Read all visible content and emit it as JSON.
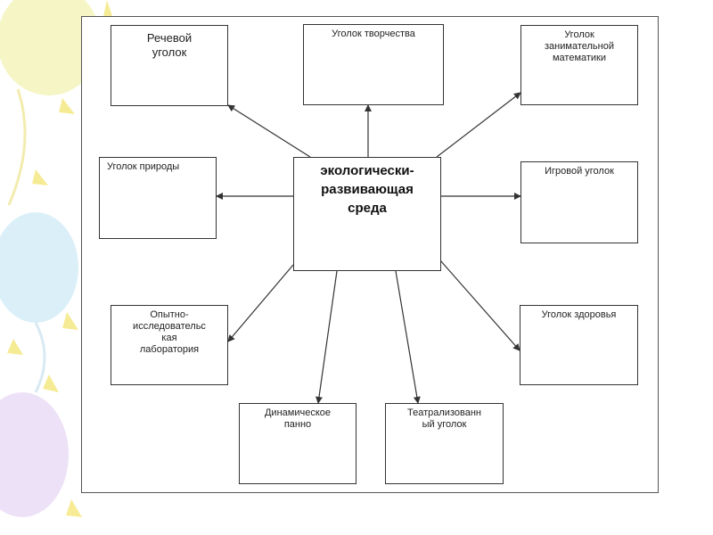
{
  "diagram": {
    "center": {
      "label": "экологически-\nразвивающая\nсреда"
    },
    "nodes": {
      "speech": {
        "label": "Речевой\nуголок"
      },
      "creativity": {
        "label": "Уголок творчества"
      },
      "math": {
        "label": "Уголок\nзанимательной\nматематики"
      },
      "nature": {
        "label": "Уголок природы"
      },
      "game": {
        "label": "Игровой  уголок"
      },
      "lab": {
        "label": "Опытно-\nисследовательс\nкая\nлаборатория"
      },
      "health": {
        "label": "Уголок здоровья"
      },
      "dynamic": {
        "label": "Динамическое\nпанно"
      },
      "theatre": {
        "label": "Театрализованн\nый уголок"
      }
    }
  },
  "colors": {
    "frame_border": "#555555",
    "arrow": "#333333",
    "balloon_yellow": "#f3f2a9",
    "balloon_blue": "#cfe9f7",
    "balloon_purple": "#e5d3f5"
  }
}
